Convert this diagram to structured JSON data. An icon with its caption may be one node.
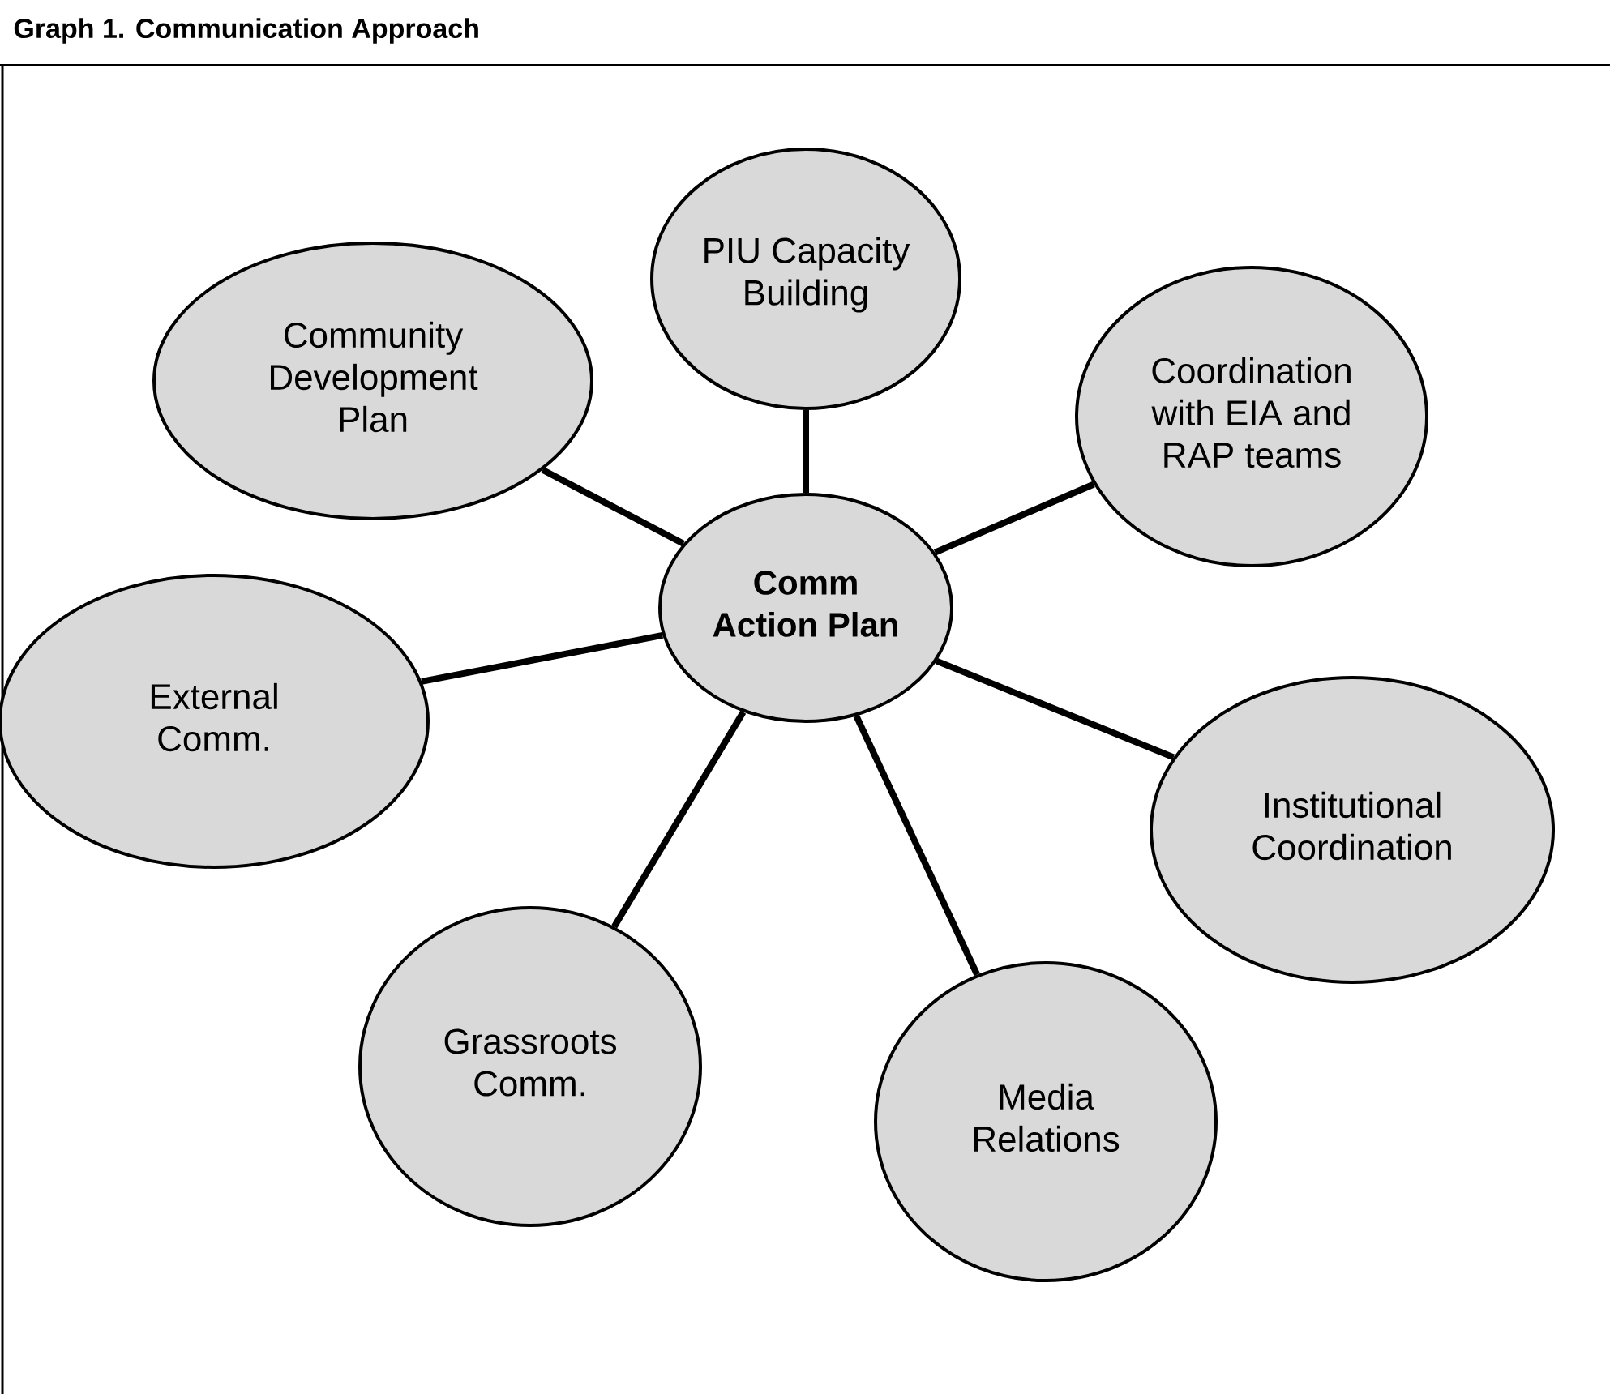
{
  "diagram": {
    "title": "Graph 1. Communication Approach",
    "nodes": [
      {
        "text": [
          "PIU Capacity Building"
        ]
      },
      {
        "text": [
          "Community Development Plan"
        ]
      },
      {
        "text": [
          "Coordination with EIA and RAP teams"
        ]
      },
      {
        "text": [
          "Comm Action Plan"
        ]
      },
      {
        "text": [
          "External Comm."
        ]
      },
      {
        "text": [
          "Institutional Coordination"
        ]
      },
      {
        "text": [
          "Grassroots Comm."
        ]
      },
      {
        "text": [
          "Media Relations"
        ]
      }
    ],
    "edges": [
      {
        "from": 3,
        "to": 0,
        "arrow": "none"
      },
      {
        "from": 3,
        "to": 1,
        "arrow": "none"
      },
      {
        "from": 3,
        "to": 2,
        "arrow": "none"
      },
      {
        "from": 3,
        "to": 4,
        "arrow": "none"
      },
      {
        "from": 3,
        "to": 5,
        "arrow": "none"
      },
      {
        "from": 3,
        "to": 6,
        "arrow": "none"
      },
      {
        "from": 3,
        "to": 7,
        "arrow": "none"
      }
    ]
  }
}
